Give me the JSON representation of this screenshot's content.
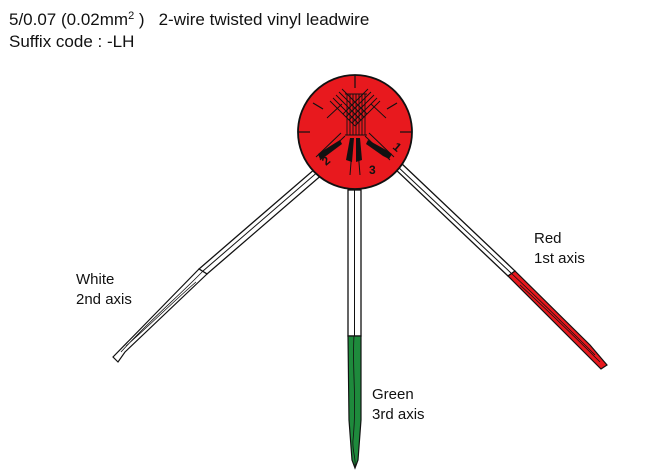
{
  "header": {
    "spec_prefix": "5/0.07 (0.02mm",
    "spec_sup": "2",
    "spec_suffix": ")",
    "description": "2-wire twisted vinyl leadwire",
    "suffix_code": "Suffix code : -LH"
  },
  "gauge": {
    "body_color": "#e8191e",
    "grid_numbers": [
      "1",
      "2",
      "3"
    ]
  },
  "leads": [
    {
      "id": "white",
      "color": "White",
      "axis": "2nd axis",
      "fill": "#ffffff"
    },
    {
      "id": "green",
      "color": "Green",
      "axis": "3rd axis",
      "fill": "#1e8a3c"
    },
    {
      "id": "red",
      "color": "Red",
      "axis": "1st axis",
      "fill": "#e8191e"
    }
  ]
}
